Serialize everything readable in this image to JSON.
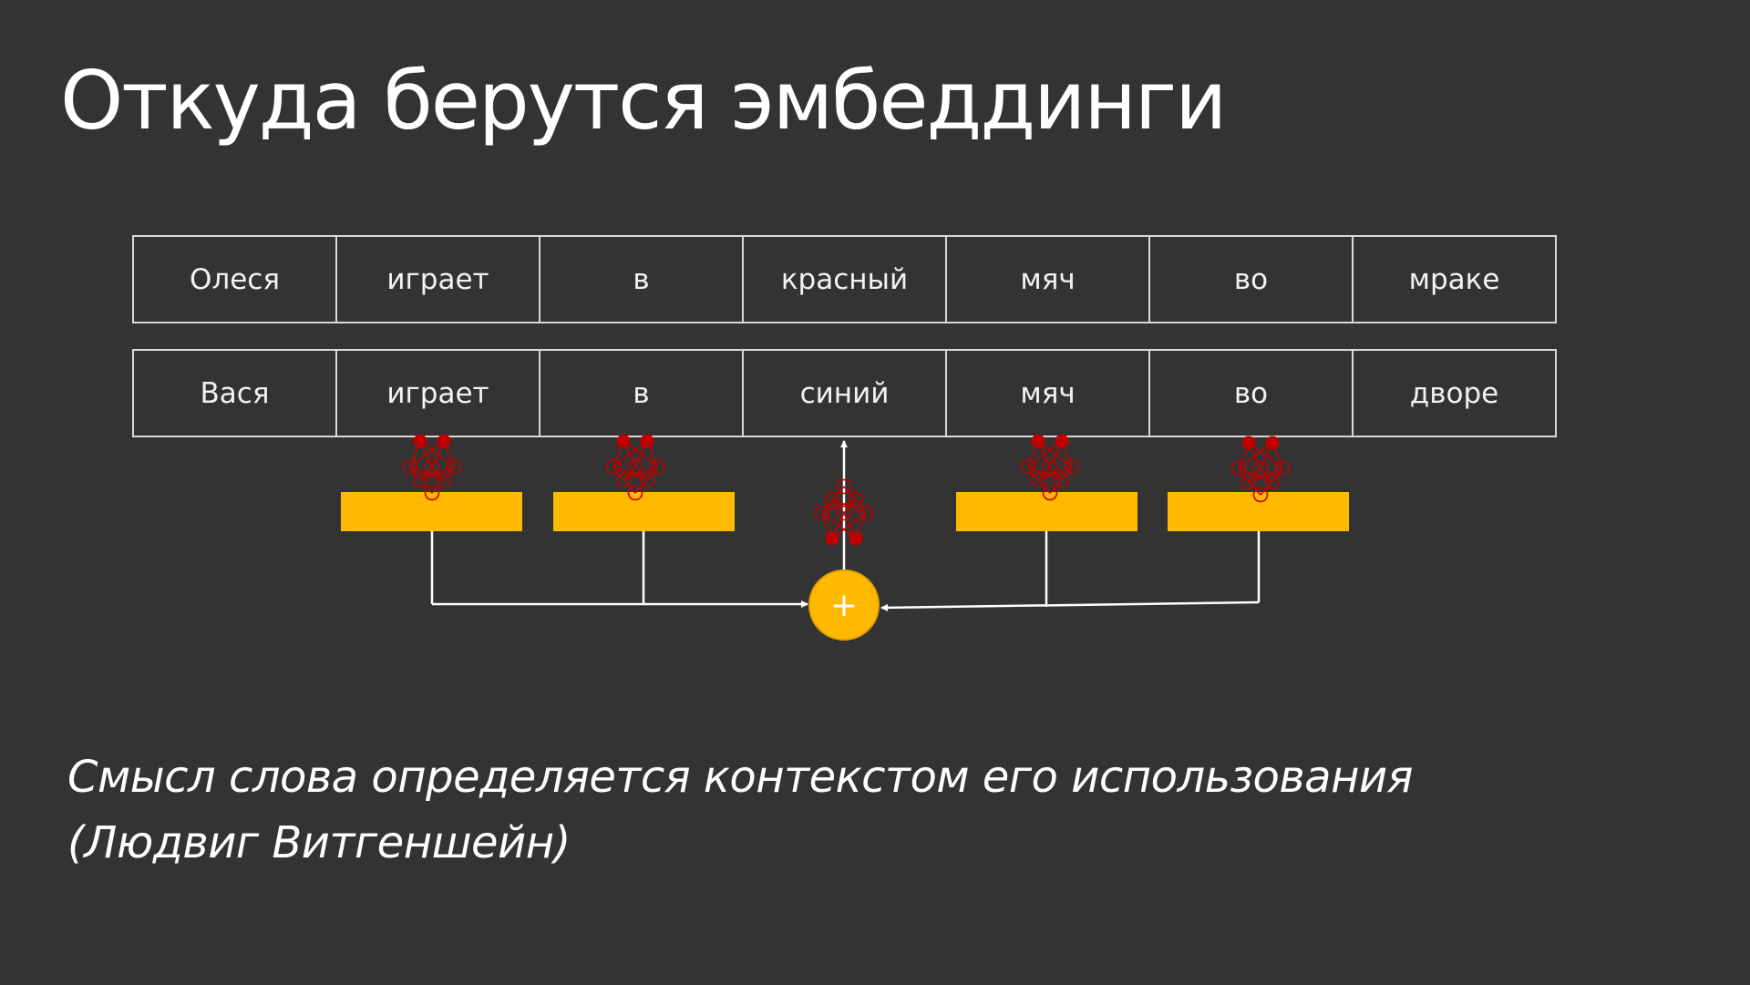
{
  "slide": {
    "title": "Откуда берутся эмбеддинги",
    "background_color": "#333333"
  },
  "sentences": {
    "row1": [
      "Олеся",
      "играет",
      "в",
      "красный",
      "мяч",
      "во",
      "мраке"
    ],
    "row2": [
      "Вася",
      "играет",
      "в",
      "синий",
      "мяч",
      "во",
      "дворе"
    ]
  },
  "diagram": {
    "sum_symbol": "+",
    "accent_color": "#ffb900",
    "network_color": "#c00000",
    "network_icon": "neural-network-icon",
    "context_words": [
      "играет",
      "в",
      "мяч",
      "во"
    ],
    "target_word": "синий"
  },
  "quote": {
    "line1": "Смысл слова определяется контекстом его использования",
    "line2": "(Людвиг Витгеншейн)"
  }
}
